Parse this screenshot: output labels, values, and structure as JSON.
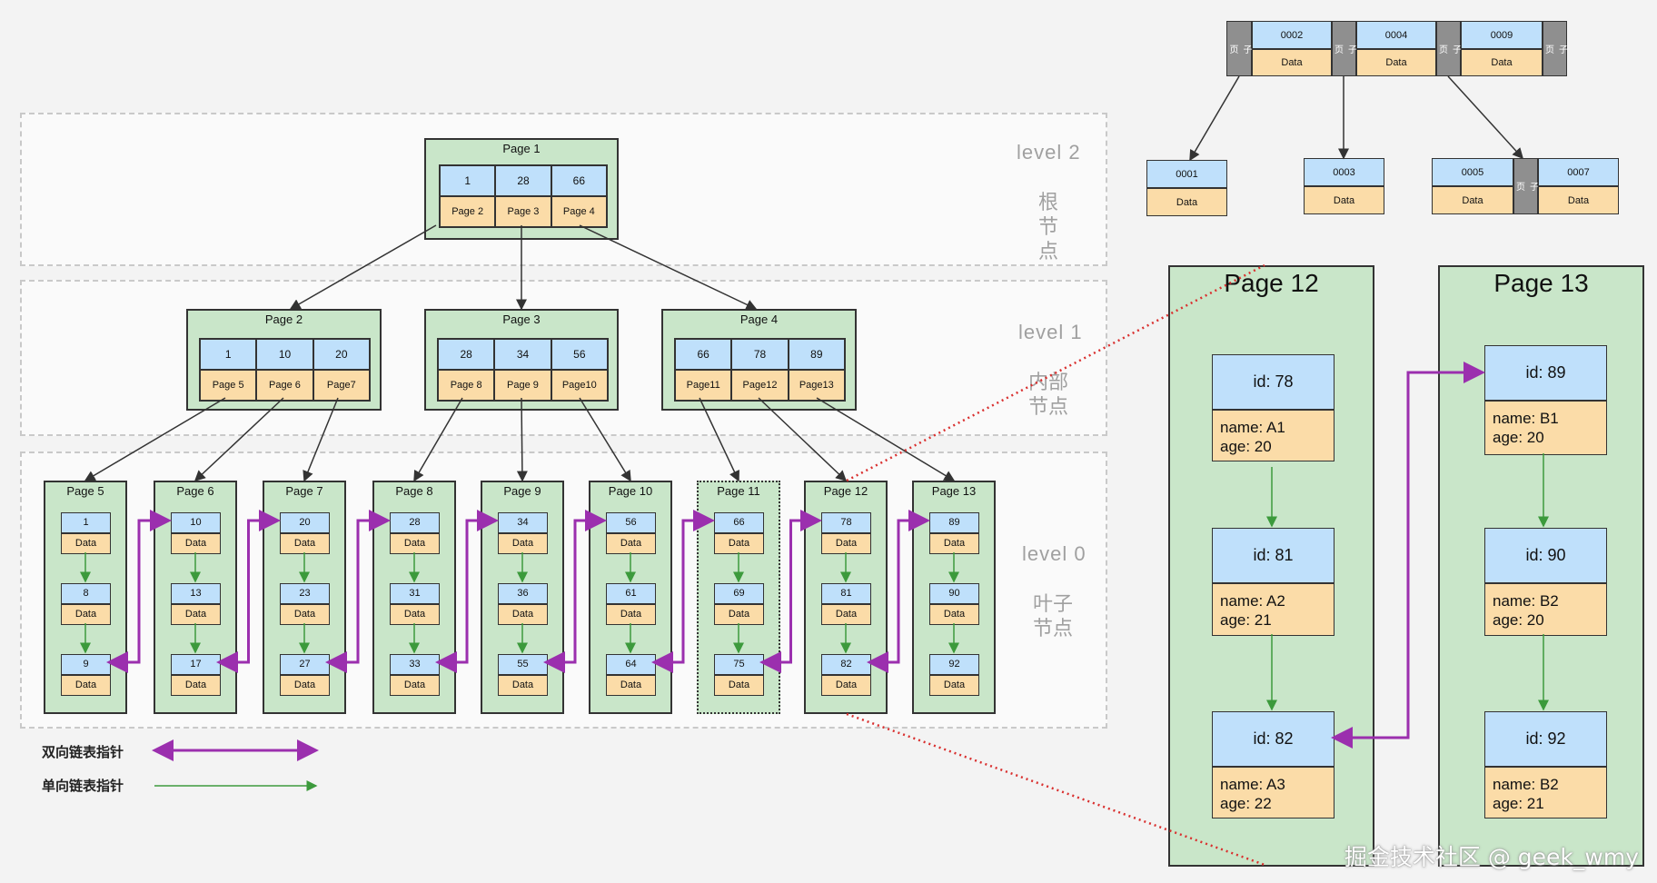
{
  "levels": [
    {
      "name": "level 2",
      "desc": "根\n节点"
    },
    {
      "name": "level 1",
      "desc": "内部\n节点"
    },
    {
      "name": "level 0",
      "desc": "叶子\n节点"
    }
  ],
  "root": {
    "title": "Page 1",
    "keys": [
      "1",
      "28",
      "66"
    ],
    "children": [
      "Page 2",
      "Page 3",
      "Page 4"
    ]
  },
  "internal": [
    {
      "title": "Page 2",
      "keys": [
        "1",
        "10",
        "20"
      ],
      "children": [
        "Page 5",
        "Page 6",
        "Page7"
      ]
    },
    {
      "title": "Page 3",
      "keys": [
        "28",
        "34",
        "56"
      ],
      "children": [
        "Page 8",
        "Page 9",
        "Page10"
      ]
    },
    {
      "title": "Page 4",
      "keys": [
        "66",
        "78",
        "89"
      ],
      "children": [
        "Page11",
        "Page12",
        "Page13"
      ]
    }
  ],
  "data_label": "Data",
  "leaves": [
    {
      "title": "Page 5",
      "keys": [
        "1",
        "8",
        "9"
      ]
    },
    {
      "title": "Page 6",
      "keys": [
        "10",
        "13",
        "17"
      ]
    },
    {
      "title": "Page 7",
      "keys": [
        "20",
        "23",
        "27"
      ]
    },
    {
      "title": "Page 8",
      "keys": [
        "28",
        "31",
        "33"
      ]
    },
    {
      "title": "Page 9",
      "keys": [
        "34",
        "36",
        "55"
      ]
    },
    {
      "title": "Page 10",
      "keys": [
        "56",
        "61",
        "64"
      ]
    },
    {
      "title": "Page 11",
      "keys": [
        "66",
        "69",
        "75"
      ]
    },
    {
      "title": "Page 12",
      "keys": [
        "78",
        "81",
        "82"
      ]
    },
    {
      "title": "Page 13",
      "keys": [
        "89",
        "90",
        "92"
      ]
    }
  ],
  "legend": {
    "double": "双向链表指针",
    "single": "单向链表指针"
  },
  "page_directory": {
    "top": {
      "sub": "子\n页",
      "slots": [
        {
          "key": "0002",
          "data": "Data"
        },
        {
          "key": "0004",
          "data": "Data"
        },
        {
          "key": "0009",
          "data": "Data"
        }
      ]
    },
    "children": [
      {
        "key": "0001",
        "data": "Data"
      },
      {
        "key": "0003",
        "data": "Data"
      },
      {
        "keys": [
          "0005",
          "0007"
        ],
        "data": "Data",
        "sub": "子\n页"
      }
    ]
  },
  "detail_pages": [
    {
      "title": "Page 12",
      "records": [
        {
          "id": "id:  78",
          "info": "name: A1\nage: 20"
        },
        {
          "id": "id:  81",
          "info": "name: A2\nage: 21"
        },
        {
          "id": "id:  82",
          "info": "name: A3\nage: 22"
        }
      ]
    },
    {
      "title": "Page 13",
      "records": [
        {
          "id": "id:  89",
          "info": "name: B1\nage: 20"
        },
        {
          "id": "id:  90",
          "info": "name: B2\nage: 20"
        },
        {
          "id": "id:  92",
          "info": "name: B2\nage: 21"
        }
      ]
    }
  ],
  "watermark": "掘金技术社区 @ geek_wmy",
  "colors": {
    "green_fill": "#c9e6c9",
    "key_blue": "#bfe0fb",
    "data_orange": "#fbdca8",
    "purple": "#9b2fae",
    "arrow_green": "#3c9a3c",
    "red_dotted": "#d9302f"
  }
}
